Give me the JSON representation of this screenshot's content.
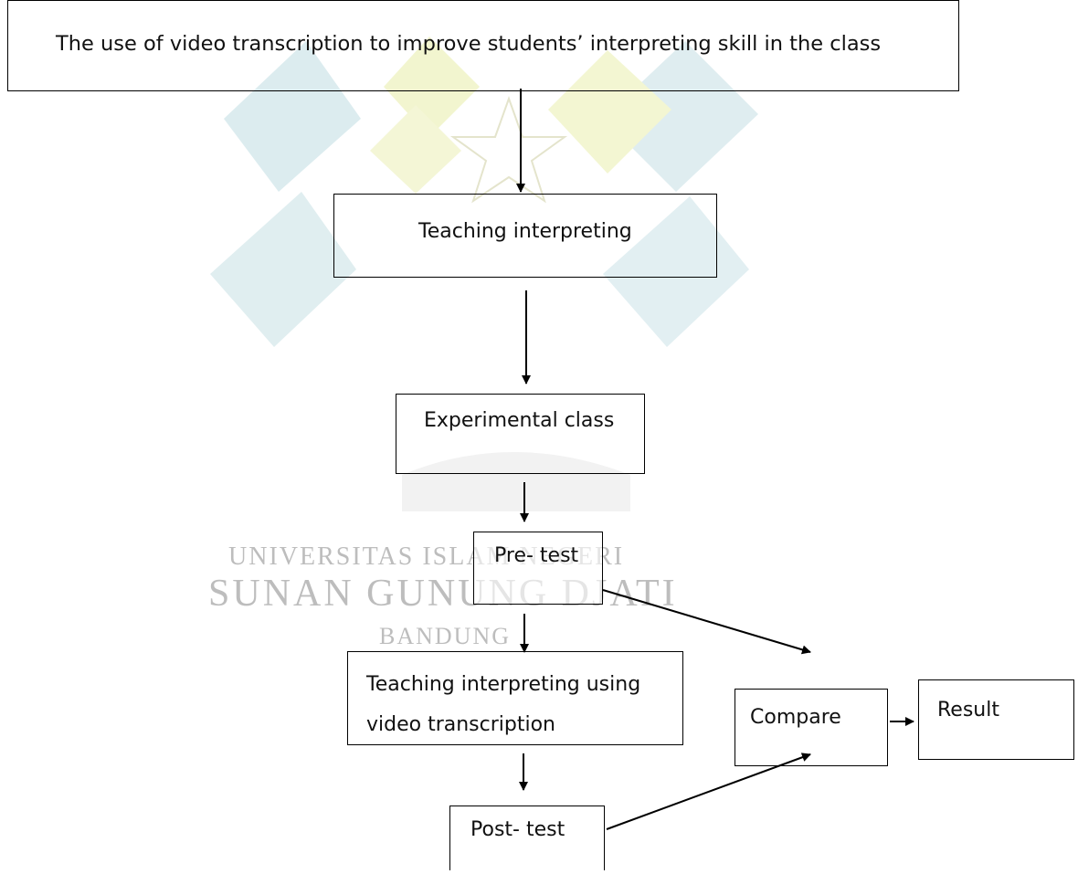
{
  "watermark": {
    "line1": "UNIVERSITAS ISLAM NEGERI",
    "line2": "SUNAN GUNUNG DJATI",
    "line3": "BANDUNG",
    "colors": {
      "teal": "#9cc9d3",
      "yellow": "#e6ec9a",
      "grey": "#bdbdbd"
    }
  },
  "flowchart": {
    "title": "The use of video transcription to improve students’ interpreting skill in the class",
    "teaching": "Teaching interpreting",
    "experimental": "Experimental class",
    "pretest": "Pre- test",
    "teaching_video": "Teaching interpreting using video transcription",
    "compare": "Compare",
    "result": "Result",
    "posttest": "Post- test"
  }
}
